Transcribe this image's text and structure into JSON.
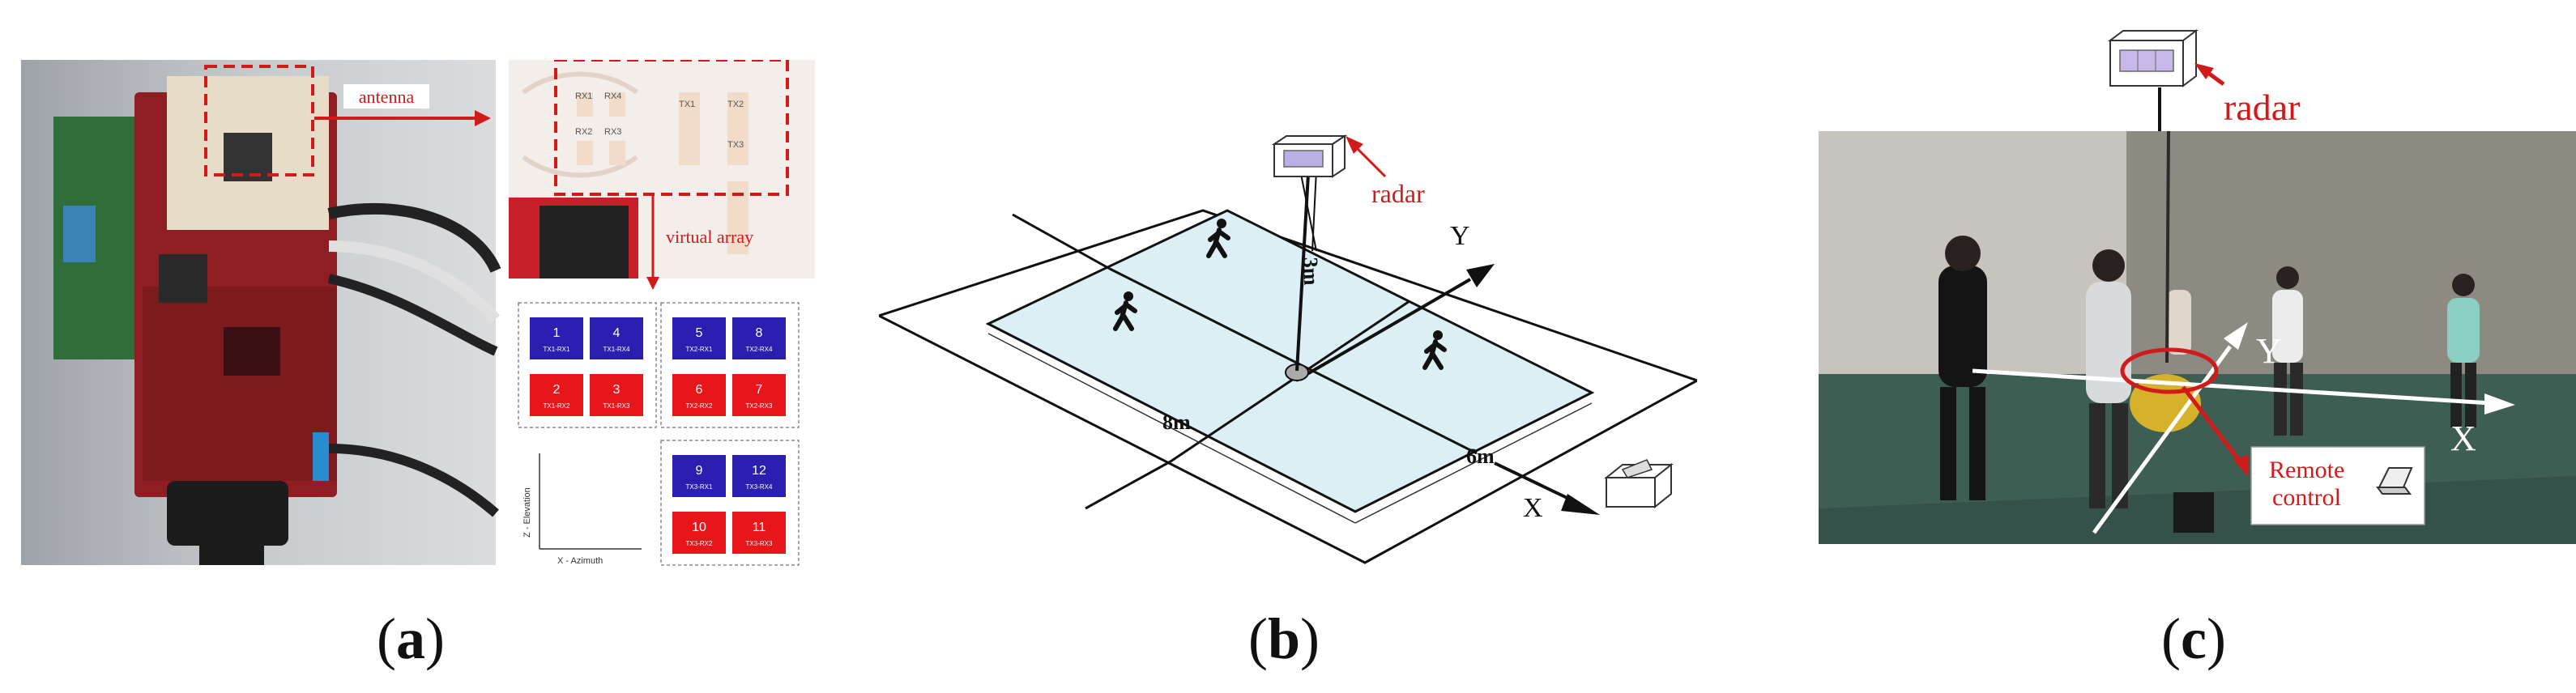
{
  "panel_a": {
    "antenna_label": "antenna",
    "virtual_array_label": "virtual array",
    "antenna_tx": [
      "TX1",
      "TX2",
      "TX3"
    ],
    "antenna_rx": [
      "RX1",
      "RX4",
      "RX2",
      "RX3"
    ],
    "array_top": [
      {
        "num": "1",
        "sub": "TX1-RX1",
        "color": "#2a1fb0"
      },
      {
        "num": "4",
        "sub": "TX1-RX4",
        "color": "#2a1fb0"
      },
      {
        "num": "5",
        "sub": "TX2-RX1",
        "color": "#2a1fb0"
      },
      {
        "num": "8",
        "sub": "TX2-RX4",
        "color": "#2a1fb0"
      },
      {
        "num": "2",
        "sub": "TX1-RX2",
        "color": "#e8161b"
      },
      {
        "num": "3",
        "sub": "TX1-RX3",
        "color": "#e8161b"
      },
      {
        "num": "6",
        "sub": "TX2-RX2",
        "color": "#e8161b"
      },
      {
        "num": "7",
        "sub": "TX2-RX3",
        "color": "#e8161b"
      }
    ],
    "array_bottom": [
      {
        "num": "9",
        "sub": "TX3-RX1",
        "color": "#2a1fb0"
      },
      {
        "num": "12",
        "sub": "TX3-RX4",
        "color": "#2a1fb0"
      },
      {
        "num": "10",
        "sub": "TX3-RX2",
        "color": "#e8161b"
      },
      {
        "num": "11",
        "sub": "TX3-RX3",
        "color": "#e8161b"
      }
    ],
    "axis_z": "Z - Elevation",
    "axis_x": "X - Azimuth",
    "caption_letter": "a"
  },
  "panel_b": {
    "radar_label": "radar",
    "height_label": "3m",
    "length_label": "8m",
    "width_label": "6m",
    "axis_y": "Y",
    "axis_x": "X",
    "caption_letter": "b"
  },
  "panel_c": {
    "radar_label": "radar",
    "axis_y": "Y",
    "axis_x": "X",
    "remote_label": "Remote control",
    "caption_letter": "c"
  },
  "colors": {
    "red": "#d21a1a",
    "blue_cell": "#2a1fb0",
    "red_cell": "#e8161b",
    "floor_fill": "#dbeff4"
  },
  "icons": [
    "person-walking-icon",
    "laptop-icon",
    "radar-icon"
  ]
}
